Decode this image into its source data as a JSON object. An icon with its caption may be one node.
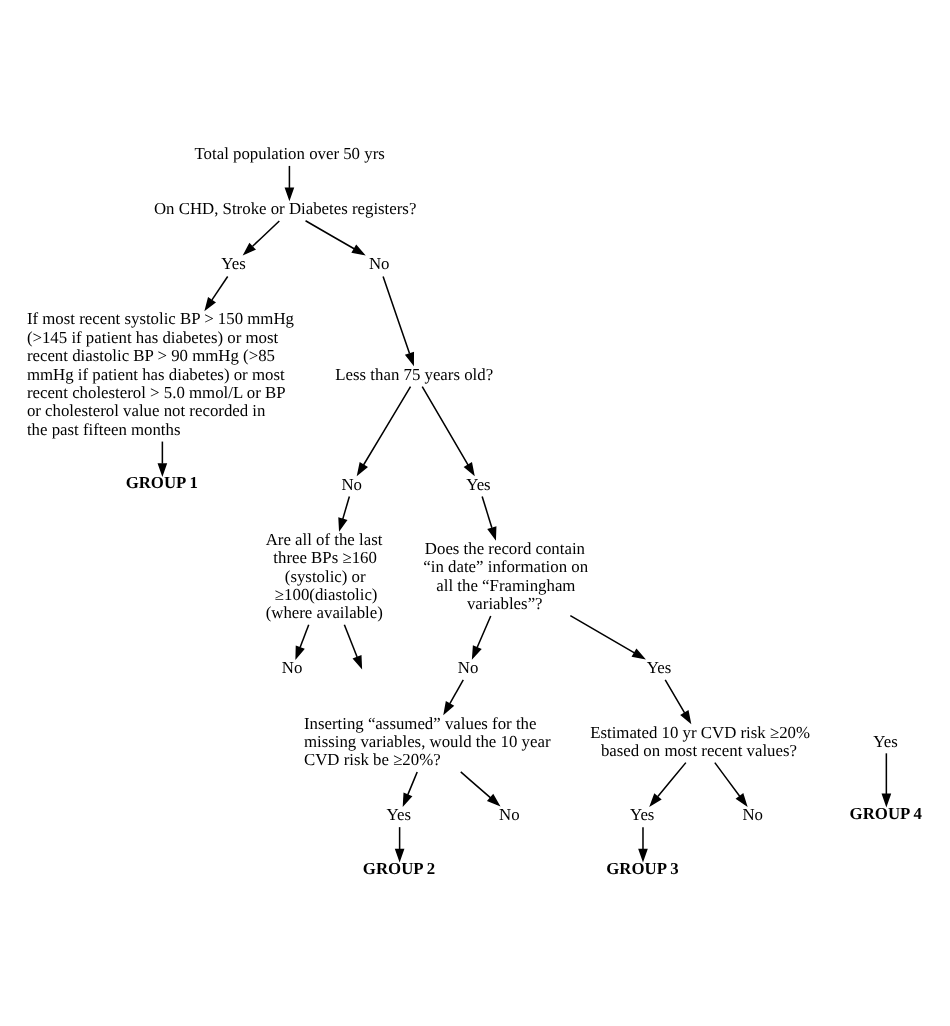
{
  "diagram": {
    "nodes": [
      {
        "text": [
          "Total population over 50 yrs"
        ]
      },
      {
        "text": [
          "On CHD, Stroke or Diabetes registers?"
        ]
      },
      {
        "text": [
          "Yes"
        ]
      },
      {
        "text": [
          "No"
        ]
      },
      {
        "text": [
          "If most recent systolic BP > 150 mmHg (>145 if patient has diabetes) or most recent diastolic BP > 90 mmHg (>85 mmHg if patient has diabetes) or most recent cholesterol > 5.0 mmol/L or BP or cholesterol value not recorded in the past fifteen months"
        ]
      },
      {
        "text": [
          "Less than 75 years old?"
        ]
      },
      {
        "text": [
          "No"
        ]
      },
      {
        "text": [
          "Yes"
        ]
      },
      {
        "text": [
          "Are all of the last three BPs ≥160 (systolic) or ≥100(diastolic) (where available)"
        ]
      },
      {
        "text": [
          "GROUP 1"
        ]
      },
      {
        "text": [
          "Does the record contain “in date” information on all the “Framingham variables”?"
        ]
      },
      {
        "text": [
          "No"
        ]
      },
      {
        "text": [
          "Yes"
        ]
      },
      {
        "text": [
          "GROUP 4"
        ]
      },
      {
        "text": [
          "No"
        ]
      },
      {
        "text": [
          "Yes"
        ]
      },
      {
        "text": [
          "Inserting “assumed” values for the missing variables, would the 10 year CVD risk be ≥20%?"
        ]
      },
      {
        "text": [
          "Estimated 10 yr CVD risk ≥20% based on most recent values?"
        ]
      },
      {
        "text": [
          "Yes"
        ]
      },
      {
        "text": [
          "No"
        ]
      },
      {
        "text": [
          "Yes"
        ]
      },
      {
        "text": [
          "No"
        ]
      },
      {
        "text": [
          "GROUP 2"
        ]
      },
      {
        "text": [
          "GROUP 3"
        ]
      }
    ],
    "edges": [
      {
        "from": 0,
        "to": 1,
        "arrow": "to"
      },
      {
        "from": 1,
        "to": 2,
        "arrow": "to"
      },
      {
        "from": 1,
        "to": 3,
        "arrow": "to"
      },
      {
        "from": 2,
        "to": 4,
        "arrow": "to"
      },
      {
        "from": 3,
        "to": 5,
        "arrow": "to"
      },
      {
        "from": 4,
        "to": 9,
        "arrow": "to"
      },
      {
        "from": 5,
        "to": 7,
        "arrow": "to"
      },
      {
        "from": 5,
        "to": 6,
        "arrow": "to"
      },
      {
        "from": 6,
        "to": 8,
        "arrow": "to"
      },
      {
        "from": 7,
        "to": 10,
        "arrow": "to"
      },
      {
        "from": 8,
        "to": 11,
        "arrow": "to"
      },
      {
        "from": 8,
        "to": null,
        "arrow": "to"
      },
      {
        "from": 12,
        "to": 13,
        "arrow": "to"
      },
      {
        "from": 10,
        "to": 14,
        "arrow": "to"
      },
      {
        "from": 10,
        "to": 15,
        "arrow": "to"
      },
      {
        "from": 14,
        "to": 16,
        "arrow": "to"
      },
      {
        "from": 15,
        "to": 17,
        "arrow": "to"
      },
      {
        "from": 16,
        "to": 18,
        "arrow": "to"
      },
      {
        "from": 16,
        "to": 19,
        "arrow": "to"
      },
      {
        "from": 17,
        "to": 20,
        "arrow": "to"
      },
      {
        "from": 17,
        "to": 21,
        "arrow": "to"
      },
      {
        "from": 18,
        "to": 22,
        "arrow": "to"
      },
      {
        "from": 20,
        "to": 23,
        "arrow": "to"
      }
    ]
  }
}
